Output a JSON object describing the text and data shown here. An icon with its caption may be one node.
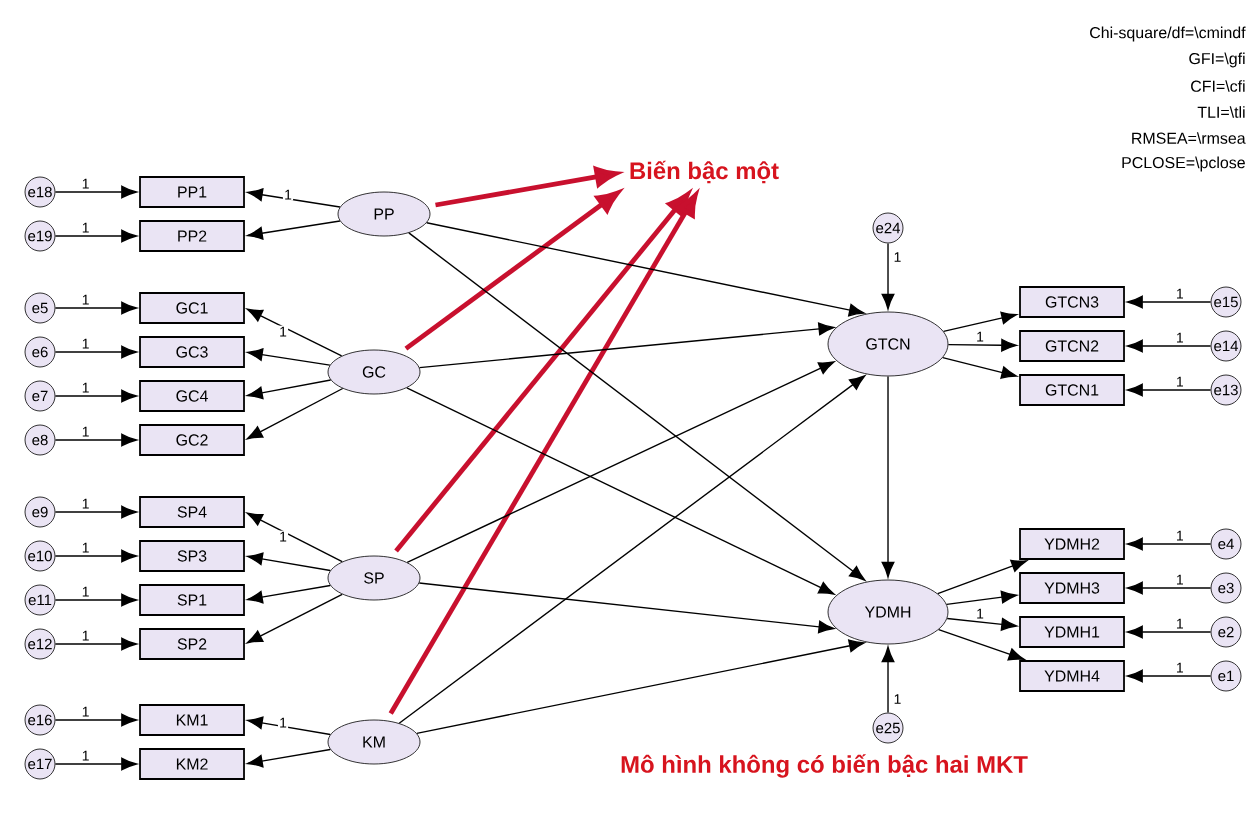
{
  "diagram": {
    "caption": "Mô hình không có biến bậc hai MKT",
    "nodes": [
      {
        "text": [
          "Biến bậc một"
        ]
      },
      {
        "text": [
          "PP"
        ]
      },
      {
        "text": [
          "GC"
        ]
      },
      {
        "text": [
          "SP"
        ]
      },
      {
        "text": [
          "KM"
        ]
      },
      {
        "text": [
          "GTCN"
        ]
      },
      {
        "text": [
          "YDMH"
        ]
      },
      {
        "text": [
          "e24"
        ]
      },
      {
        "text": [
          "e25"
        ]
      },
      {
        "text": [
          "PP1"
        ]
      },
      {
        "text": [
          "PP2"
        ]
      },
      {
        "text": [
          "GC1"
        ]
      },
      {
        "text": [
          "GC3"
        ]
      },
      {
        "text": [
          "GC4"
        ]
      },
      {
        "text": [
          "GC2"
        ]
      },
      {
        "text": [
          "SP4"
        ]
      },
      {
        "text": [
          "SP3"
        ]
      },
      {
        "text": [
          "SP1"
        ]
      },
      {
        "text": [
          "SP2"
        ]
      },
      {
        "text": [
          "KM1"
        ]
      },
      {
        "text": [
          "KM2"
        ]
      },
      {
        "text": [
          "e18"
        ]
      },
      {
        "text": [
          "e19"
        ]
      },
      {
        "text": [
          "e5"
        ]
      },
      {
        "text": [
          "e6"
        ]
      },
      {
        "text": [
          "e7"
        ]
      },
      {
        "text": [
          "e8"
        ]
      },
      {
        "text": [
          "e9"
        ]
      },
      {
        "text": [
          "e10"
        ]
      },
      {
        "text": [
          "e11"
        ]
      },
      {
        "text": [
          "e12"
        ]
      },
      {
        "text": [
          "e16"
        ]
      },
      {
        "text": [
          "e17"
        ]
      },
      {
        "text": [
          "GTCN3"
        ]
      },
      {
        "text": [
          "GTCN2"
        ]
      },
      {
        "text": [
          "GTCN1"
        ]
      },
      {
        "text": [
          "YDMH2"
        ]
      },
      {
        "text": [
          "YDMH3"
        ]
      },
      {
        "text": [
          "YDMH1"
        ]
      },
      {
        "text": [
          "YDMH4"
        ]
      },
      {
        "text": [
          "e15"
        ]
      },
      {
        "text": [
          "e14"
        ]
      },
      {
        "text": [
          "e13"
        ]
      },
      {
        "text": [
          "e4"
        ]
      },
      {
        "text": [
          "e3"
        ]
      },
      {
        "text": [
          "e2"
        ]
      },
      {
        "text": [
          "e1"
        ]
      }
    ],
    "edges": [
      {
        "from": 1,
        "to": 0,
        "arrow": "to",
        "style": "thick",
        "color": "#c8102e"
      },
      {
        "from": 2,
        "to": 0,
        "arrow": "to",
        "style": "thick",
        "color": "#c8102e"
      },
      {
        "from": 3,
        "to": 0,
        "arrow": "to",
        "style": "thick",
        "color": "#c8102e"
      },
      {
        "from": 4,
        "to": 0,
        "arrow": "to",
        "style": "thick",
        "color": "#c8102e"
      },
      {
        "from": 21,
        "to": 9,
        "arrow": "to",
        "label": "1"
      },
      {
        "from": 22,
        "to": 10,
        "arrow": "to",
        "label": "1"
      },
      {
        "from": 23,
        "to": 11,
        "arrow": "to",
        "label": "1"
      },
      {
        "from": 24,
        "to": 12,
        "arrow": "to",
        "label": "1"
      },
      {
        "from": 25,
        "to": 13,
        "arrow": "to",
        "label": "1"
      },
      {
        "from": 26,
        "to": 14,
        "arrow": "to",
        "label": "1"
      },
      {
        "from": 27,
        "to": 15,
        "arrow": "to",
        "label": "1"
      },
      {
        "from": 28,
        "to": 16,
        "arrow": "to",
        "label": "1"
      },
      {
        "from": 29,
        "to": 17,
        "arrow": "to",
        "label": "1"
      },
      {
        "from": 30,
        "to": 18,
        "arrow": "to",
        "label": "1"
      },
      {
        "from": 31,
        "to": 19,
        "arrow": "to",
        "label": "1"
      },
      {
        "from": 32,
        "to": 20,
        "arrow": "to",
        "label": "1"
      },
      {
        "from": 1,
        "to": 9,
        "arrow": "to",
        "label": "1"
      },
      {
        "from": 1,
        "to": 10,
        "arrow": "to"
      },
      {
        "from": 2,
        "to": 11,
        "arrow": "to",
        "label": "1"
      },
      {
        "from": 2,
        "to": 12,
        "arrow": "to"
      },
      {
        "from": 2,
        "to": 13,
        "arrow": "to"
      },
      {
        "from": 2,
        "to": 14,
        "arrow": "to"
      },
      {
        "from": 3,
        "to": 15,
        "arrow": "to",
        "label": "1"
      },
      {
        "from": 3,
        "to": 16,
        "arrow": "to"
      },
      {
        "from": 3,
        "to": 17,
        "arrow": "to"
      },
      {
        "from": 3,
        "to": 18,
        "arrow": "to"
      },
      {
        "from": 4,
        "to": 19,
        "arrow": "to",
        "label": "1"
      },
      {
        "from": 4,
        "to": 20,
        "arrow": "to"
      },
      {
        "from": 1,
        "to": 5,
        "arrow": "to"
      },
      {
        "from": 1,
        "to": 6,
        "arrow": "to"
      },
      {
        "from": 2,
        "to": 5,
        "arrow": "to"
      },
      {
        "from": 2,
        "to": 6,
        "arrow": "to"
      },
      {
        "from": 3,
        "to": 5,
        "arrow": "to"
      },
      {
        "from": 3,
        "to": 6,
        "arrow": "to"
      },
      {
        "from": 4,
        "to": 5,
        "arrow": "to"
      },
      {
        "from": 4,
        "to": 6,
        "arrow": "to"
      },
      {
        "from": 5,
        "to": 6,
        "arrow": "to"
      },
      {
        "from": 7,
        "to": 5,
        "arrow": "to",
        "label": "1"
      },
      {
        "from": 8,
        "to": 6,
        "arrow": "to",
        "label": "1"
      },
      {
        "from": 5,
        "to": 33,
        "arrow": "to"
      },
      {
        "from": 5,
        "to": 34,
        "arrow": "to",
        "label": "1"
      },
      {
        "from": 5,
        "to": 35,
        "arrow": "to"
      },
      {
        "from": 6,
        "to": 36,
        "arrow": "to"
      },
      {
        "from": 6,
        "to": 37,
        "arrow": "to"
      },
      {
        "from": 6,
        "to": 38,
        "arrow": "to",
        "label": "1"
      },
      {
        "from": 6,
        "to": 39,
        "arrow": "to"
      },
      {
        "from": 40,
        "to": 33,
        "arrow": "to",
        "label": "1"
      },
      {
        "from": 41,
        "to": 34,
        "arrow": "to",
        "label": "1"
      },
      {
        "from": 42,
        "to": 35,
        "arrow": "to",
        "label": "1"
      },
      {
        "from": 43,
        "to": 36,
        "arrow": "to",
        "label": "1"
      },
      {
        "from": 44,
        "to": 37,
        "arrow": "to",
        "label": "1"
      },
      {
        "from": 45,
        "to": 38,
        "arrow": "to",
        "label": "1"
      },
      {
        "from": 46,
        "to": 39,
        "arrow": "to",
        "label": "1"
      }
    ],
    "labels": [
      "Chi-square/df=\\cmindf",
      "GFI=\\gfi",
      "CFI=\\cfi",
      "TLI=\\tli",
      "RMSEA=\\rmsea",
      "PCLOSE=\\pclose"
    ]
  }
}
